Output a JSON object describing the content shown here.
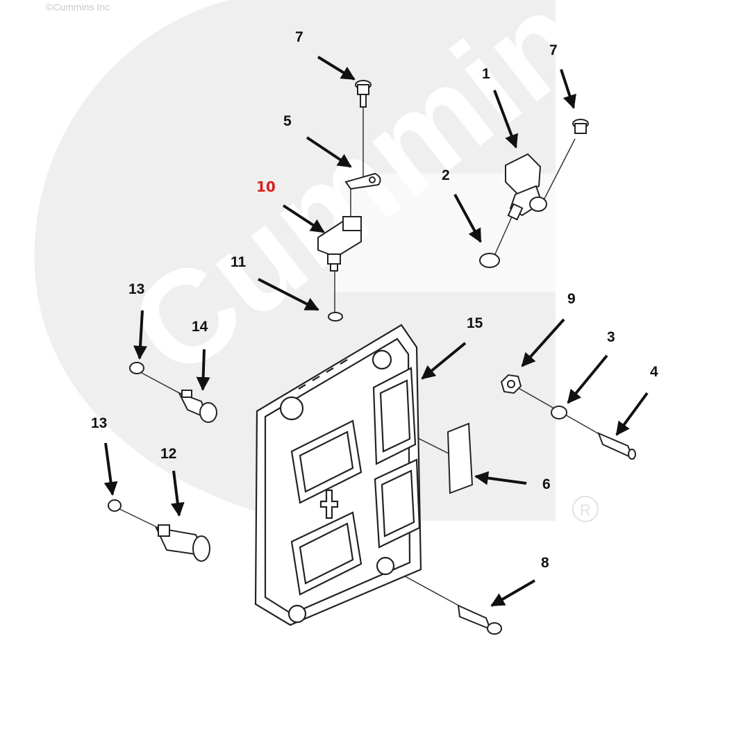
{
  "copyright": "©Cummins Inc",
  "colors": {
    "line": "#1a1a1a",
    "watermark": "#ececec",
    "highlight": "#e01b1b"
  },
  "callouts": [
    {
      "label": "7",
      "highlight": false
    },
    {
      "label": "7",
      "highlight": false
    },
    {
      "label": "1",
      "highlight": false
    },
    {
      "label": "5",
      "highlight": false
    },
    {
      "label": "2",
      "highlight": false
    },
    {
      "label": "10",
      "highlight": true
    },
    {
      "label": "11",
      "highlight": false
    },
    {
      "label": "13",
      "highlight": false
    },
    {
      "label": "14",
      "highlight": false
    },
    {
      "label": "15",
      "highlight": false
    },
    {
      "label": "9",
      "highlight": false
    },
    {
      "label": "3",
      "highlight": false
    },
    {
      "label": "4",
      "highlight": false
    },
    {
      "label": "13",
      "highlight": false
    },
    {
      "label": "12",
      "highlight": false
    },
    {
      "label": "6",
      "highlight": false
    },
    {
      "label": "8",
      "highlight": false
    }
  ]
}
